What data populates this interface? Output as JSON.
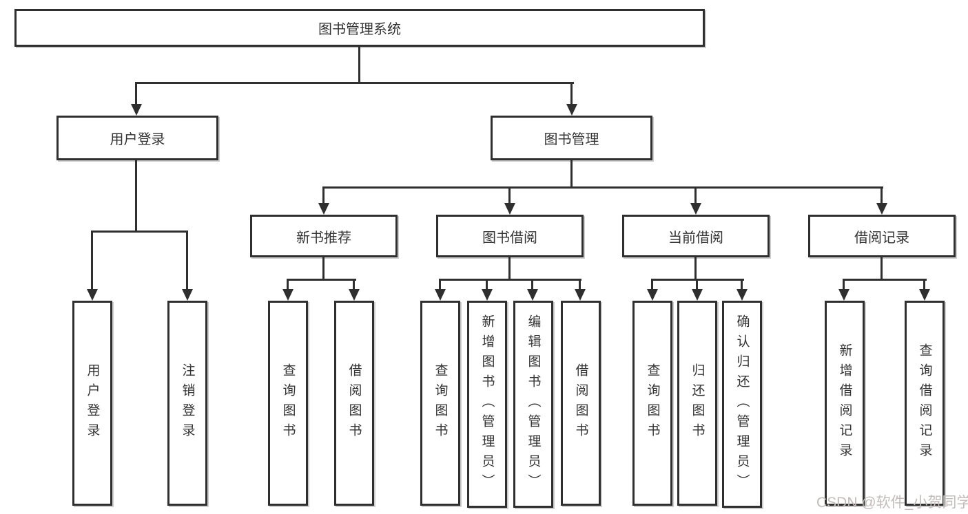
{
  "nodes": {
    "root": "图书管理系统",
    "user_login": "用户登录",
    "book_management": "图书管理",
    "new_book_recommend": "新书推荐",
    "book_borrowing": "图书借阅",
    "current_borrowing": "当前借阅",
    "borrowing_records": "借阅记录",
    "ul_user_login": "用户登录",
    "ul_logout": "注销登录",
    "nb_query_books": "查询图书",
    "nb_borrow_books": "借阅图书",
    "bb_query_books": "查询图书",
    "bb_add_books": "新增图书（管理员）",
    "bb_edit_books": "编辑图书（管理员）",
    "bb_borrow_books": "借阅图书",
    "cb_query_books": "查询图书",
    "cb_return_books": "归还图书",
    "cb_confirm_return": "确认归还（管理员）",
    "br_add_record": "新增借阅记录",
    "br_query_record": "查询借阅记录"
  },
  "watermark": "CSDN @软件_小贺同学",
  "colors": {
    "line": "#2f2f2f",
    "text": "#333333",
    "watermark": "#c3bbba",
    "background": "#ffffff"
  }
}
